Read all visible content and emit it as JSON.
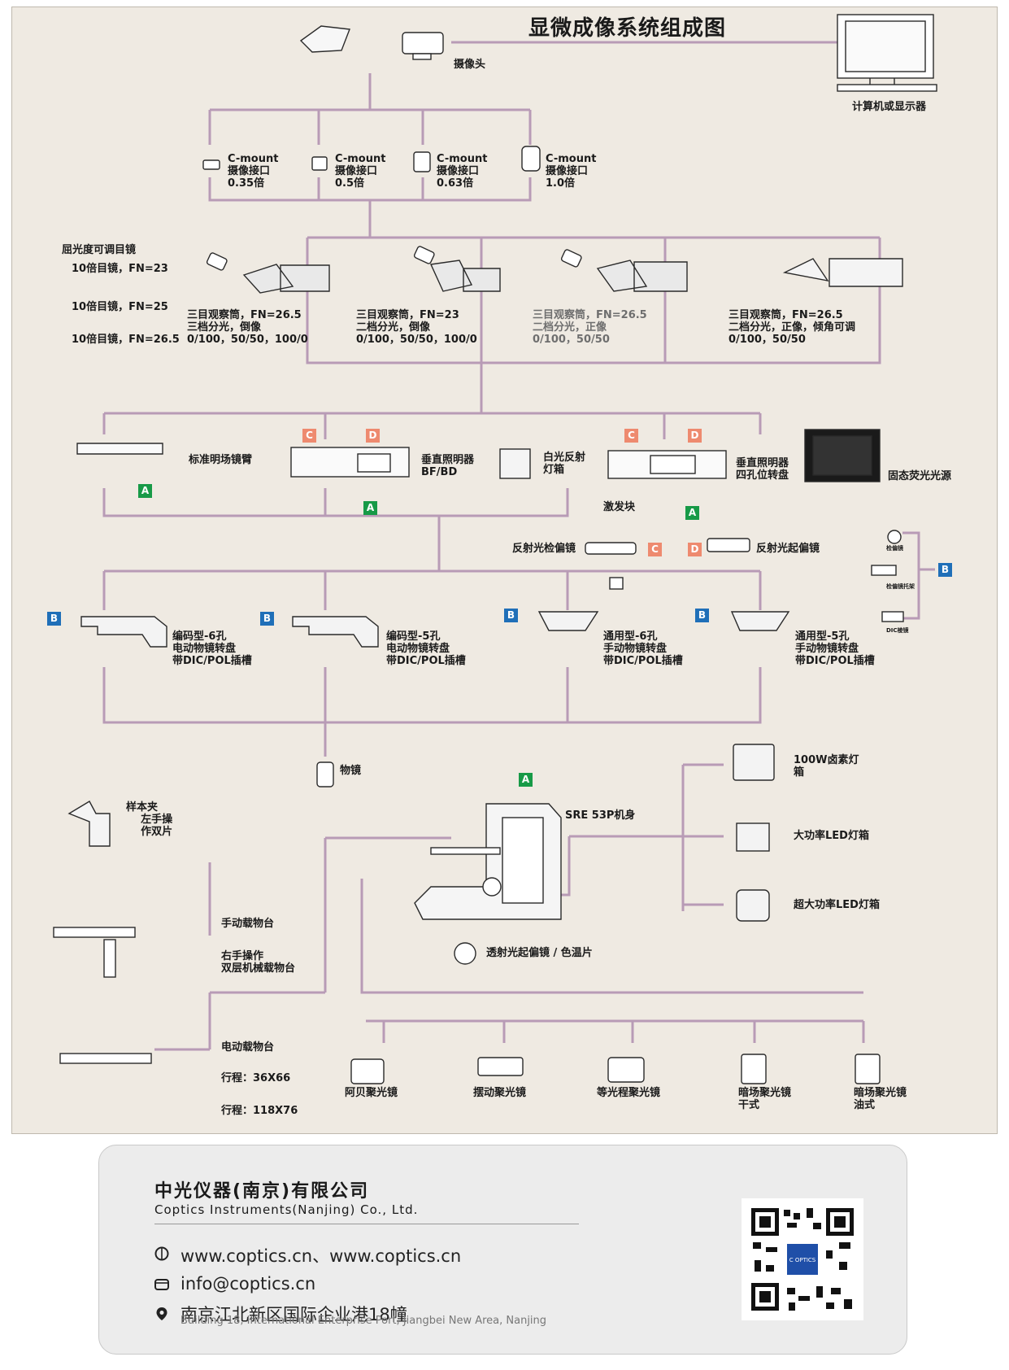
{
  "title": "显微成像系统组成图",
  "labels": {
    "camera": "摄像头",
    "computer": "计算机或显示器",
    "cmount1": "C-mount\n摄像接口\n0.35倍",
    "cmount2": "C-mount\n摄像接口\n0.5倍",
    "cmount3": "C-mount\n摄像接口\n0.63倍",
    "cmount4": "C-mount\n摄像接口\n1.0倍",
    "eyepiece_title": "屈光度可调目镜",
    "eyepiece1": "10倍目镜，FN=23",
    "eyepiece2": "10倍目镜，FN=25",
    "eyepiece3": "10倍目镜，FN=26.5",
    "tube1": "三目观察筒，FN=26.5\n三档分光，倒像\n0/100，50/50，100/0",
    "tube2": "三目观察筒，FN=23\n二档分光，倒像\n0/100，50/50，100/0",
    "tube3": "三目观察筒，FN=26.5\n二档分光，正像\n0/100，50/50",
    "tube4": "三目观察筒，FN=26.5\n二档分光，正像，倾角可调\n0/100，50/50",
    "arm": "标准明场镜臂",
    "vert_illum": "垂直照明器\nBF/BD",
    "white_light": "白光反射\n灯箱",
    "laser_block": "激发块",
    "vert_illum4": "垂直照明器\n四孔位转盘",
    "solid_light": "固态荧光光源",
    "analyzer": "反射光检偏镜",
    "polarizer": "反射光起偏镜",
    "analyzer_small": "检偏镜",
    "analyzer_holder": "检偏镜托架",
    "dic_prism": "DIC棱镜",
    "nose1": "编码型-6孔\n电动物镜转盘\n带DIC/POL插槽",
    "nose2": "编码型-5孔\n电动物镜转盘\n带DIC/POL插槽",
    "nose3": "通用型-6孔\n手动物镜转盘\n带DIC/POL插槽",
    "nose4": "通用型-5孔\n手动物镜转盘\n带DIC/POL插槽",
    "objective": "物镜",
    "clip": "样本夹\n    左手操\n    作双片",
    "frame": "SRE 53P机身",
    "halogen": "100W卤素灯\n箱",
    "led": "大功率LED灯箱",
    "superled": "超大功率LED灯箱",
    "trans_polarizer": "透射光起偏镜 / 色温片",
    "manual_stage": "手动载物台",
    "stage_desc": "右手操作\n双层机械载物台",
    "motor_stage": "电动载物台",
    "travel1": "行程：36X66",
    "travel2": "行程：118X76",
    "cond1": "阿贝聚光镜",
    "cond2": "摆动聚光镜",
    "cond3": "等光程聚光镜",
    "cond4": "暗场聚光镜\n干式",
    "cond5": "暗场聚光镜\n油式"
  },
  "badges": {
    "a": "A",
    "b": "B",
    "c": "C",
    "d": "D"
  },
  "footer": {
    "company_cn": "中光仪器(南京)有限公司",
    "company_en": "Coptics Instruments(Nanjing) Co., Ltd.",
    "web": "www.coptics.cn、www.coptics.cn",
    "email": "info@coptics.cn",
    "address_cn": "南京江北新区国际企业港18幢",
    "address_en": "Building 18, International Enterprise Port, Jiangbei New Area, Nanjing",
    "qr_logo": "C OPTICS"
  },
  "colors": {
    "line": "#b89bb6",
    "panel": "#efeae2",
    "badge_a": "#179a47",
    "badge_b": "#1f6fb8",
    "badge_cd": "#ee8a6f"
  }
}
